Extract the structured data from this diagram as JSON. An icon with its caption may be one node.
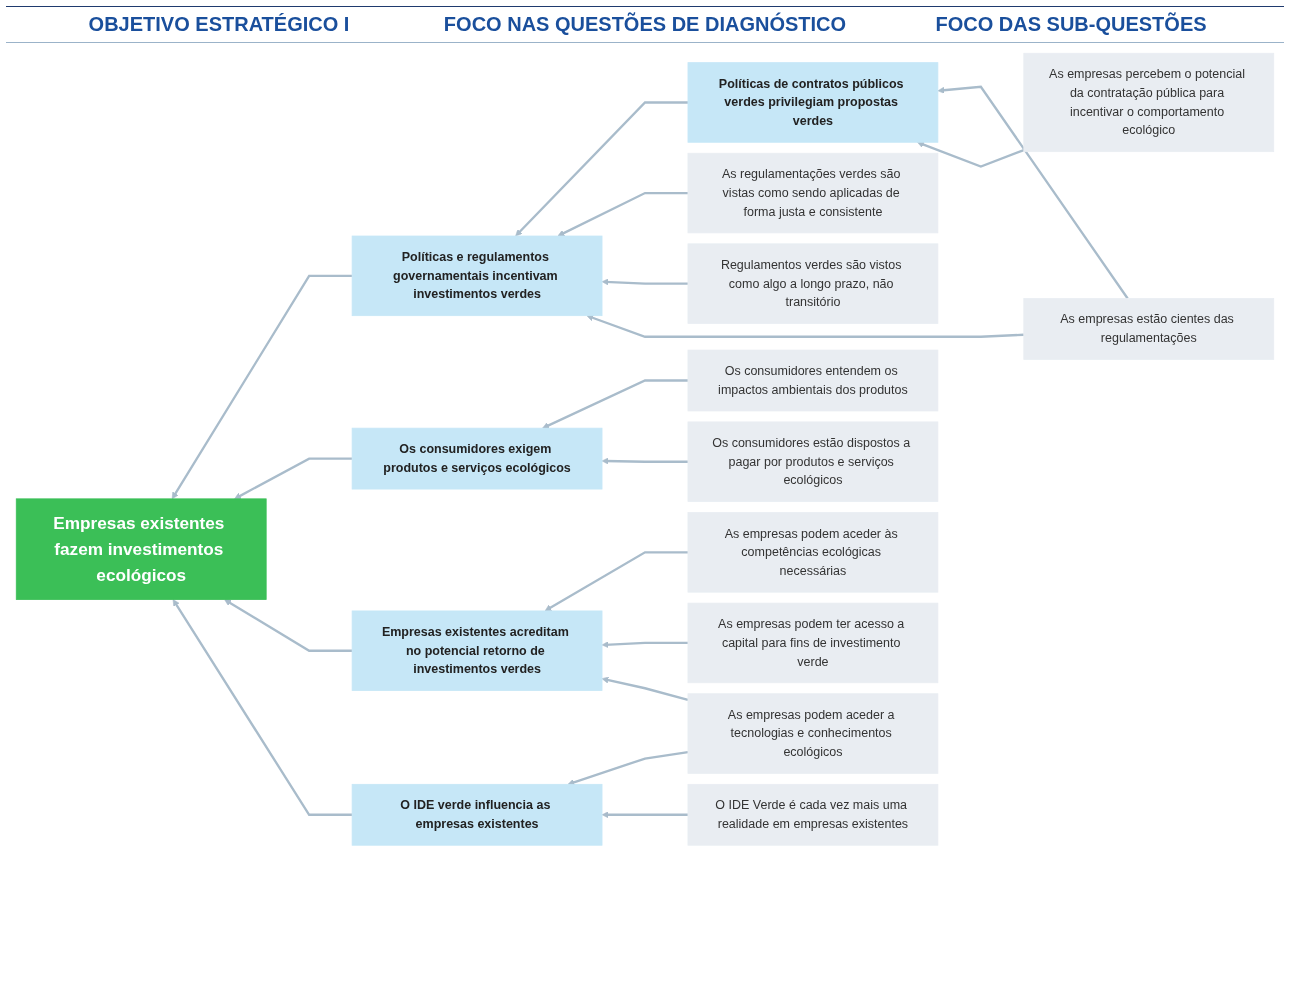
{
  "diagram": {
    "nodes": [
      {
        "text": [
          "Empresas existentes fazem investimentos ecológicos"
        ]
      },
      {
        "text": [
          "Políticas e regulamentos governamentais incentivam investimentos verdes"
        ]
      },
      {
        "text": [
          "Políticas de contratos públicos verdes privilegiam propostas verdes"
        ]
      },
      {
        "text": [
          "Os consumidores exigem produtos e serviços ecológicos"
        ]
      },
      {
        "text": [
          "Empresas existentes acreditam no potencial retorno de investimentos verdes"
        ]
      },
      {
        "text": [
          "O IDE verde influencia as empresas existentes"
        ]
      },
      {
        "text": [
          "As regulamentações verdes são vistas como sendo aplicadas de forma justa e consistente"
        ]
      },
      {
        "text": [
          "Regulamentos verdes são vistos como algo a longo prazo, não transitório"
        ]
      },
      {
        "text": [
          "As empresas estão cientes das regulamentações"
        ]
      },
      {
        "text": [
          "As empresas percebem o potencial da contratação pública para incentivar o comportamento ecológico"
        ]
      },
      {
        "text": [
          "Os consumidores entendem os impactos ambientais dos produtos"
        ]
      },
      {
        "text": [
          "Os consumidores estão dispostos a pagar por produtos e serviços ecológicos"
        ]
      },
      {
        "text": [
          "As empresas podem aceder às competências ecológicas necessárias"
        ]
      },
      {
        "text": [
          "As empresas podem ter acesso a capital para fins de investimento verde"
        ]
      },
      {
        "text": [
          "As empresas podem aceder a tecnologias e conhecimentos ecológicos"
        ]
      },
      {
        "text": [
          "O IDE Verde é cada vez mais uma realidade em empresas existentes"
        ]
      }
    ],
    "edges": [
      {
        "from": 1,
        "to": 0,
        "arrow": "to"
      },
      {
        "from": 2,
        "to": 1,
        "arrow": "to"
      },
      {
        "from": 3,
        "to": 0,
        "arrow": "to"
      },
      {
        "from": 4,
        "to": 0,
        "arrow": "to"
      },
      {
        "from": 5,
        "to": 0,
        "arrow": "to"
      },
      {
        "from": 6,
        "to": 1,
        "arrow": "to"
      },
      {
        "from": 7,
        "to": 1,
        "arrow": "to"
      },
      {
        "from": 8,
        "to": 1,
        "arrow": "to"
      },
      {
        "from": 8,
        "to": 2,
        "arrow": "to"
      },
      {
        "from": 9,
        "to": 2,
        "arrow": "to"
      },
      {
        "from": 10,
        "to": 3,
        "arrow": "to"
      },
      {
        "from": 11,
        "to": 3,
        "arrow": "to"
      },
      {
        "from": 12,
        "to": 4,
        "arrow": "to"
      },
      {
        "from": 13,
        "to": 4,
        "arrow": "to"
      },
      {
        "from": 14,
        "to": 4,
        "arrow": "to"
      },
      {
        "from": 14,
        "to": 5,
        "arrow": "to"
      },
      {
        "from": 15,
        "to": 5,
        "arrow": "to"
      }
    ],
    "labels": [
      "OBJETIVO ESTRATÉGICO I",
      "FOCO NAS QUESTÕES DE DIAGNÓSTICO",
      "FOCO DAS SUB-QUESTÕES"
    ]
  }
}
